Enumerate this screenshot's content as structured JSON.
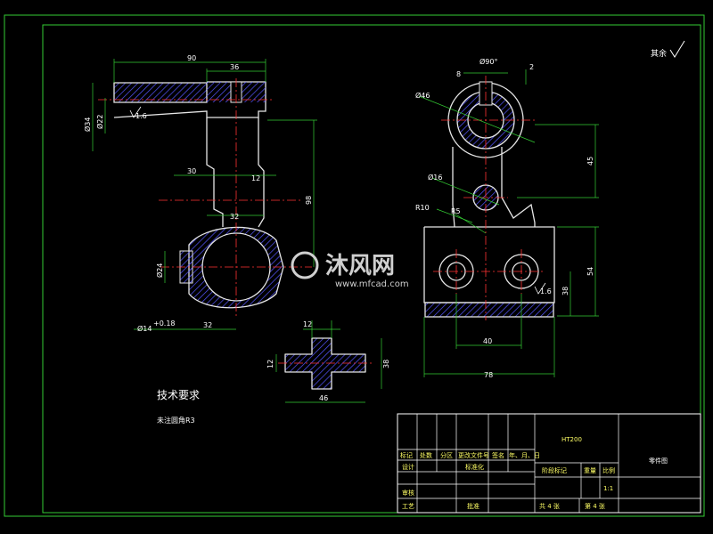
{
  "colors": {
    "background": "#000000",
    "frame": "#33cc33",
    "outline": "#e6e6e6",
    "dimension": "#33cc33",
    "centerline": "#ff3333",
    "hatch": "#5555ff",
    "text": "#ffffff",
    "title_text": "#ffff66"
  },
  "corner_note": "其余",
  "roughness_symbol": "1.6",
  "left_view": {
    "dims": {
      "total_length": "90",
      "boss_length": "36",
      "outer_dia": "Ø34",
      "bore_dia": "Ø22",
      "arm_offset": "30",
      "arm_width": "12",
      "ring_width": "32",
      "height": "98",
      "hole_dia": "Ø24",
      "small_hole": "Ø14",
      "small_hole_tol": "+0.18",
      "bottom_width": "32"
    }
  },
  "right_view": {
    "dims": {
      "top_dia": "Ø46",
      "slot_width": "8",
      "angle": "Ø90°",
      "chamfer": "2",
      "top_height": "45",
      "mid_dia": "Ø16",
      "radius_10": "R10",
      "radius_5": "R5",
      "base_height": "54",
      "hole_height": "38",
      "hole_spacing": "40",
      "base_width": "78"
    }
  },
  "section": {
    "dims": {
      "rib": "12",
      "thickness": "12",
      "height": "38",
      "length": "46"
    }
  },
  "tech": {
    "title": "技术要求",
    "line1": "未注圆角R3"
  },
  "watermark": {
    "name": "沐风网",
    "url": "www.mfcad.com"
  },
  "title_block": {
    "material": "HT200",
    "drawing_name": "零件图",
    "row_labels": [
      "标记",
      "处数",
      "分区",
      "更改文件号",
      "签名",
      "年、月、日"
    ],
    "designer": "设计",
    "standardize": "标准化",
    "checker": "审核",
    "process": "工艺",
    "approve": "批准",
    "stage_mark": "阶段标记",
    "weight": "重量",
    "scale_label": "比例",
    "scale": "1:1",
    "sheets_total": "共 4 张",
    "sheet_no": "第 4 张"
  }
}
